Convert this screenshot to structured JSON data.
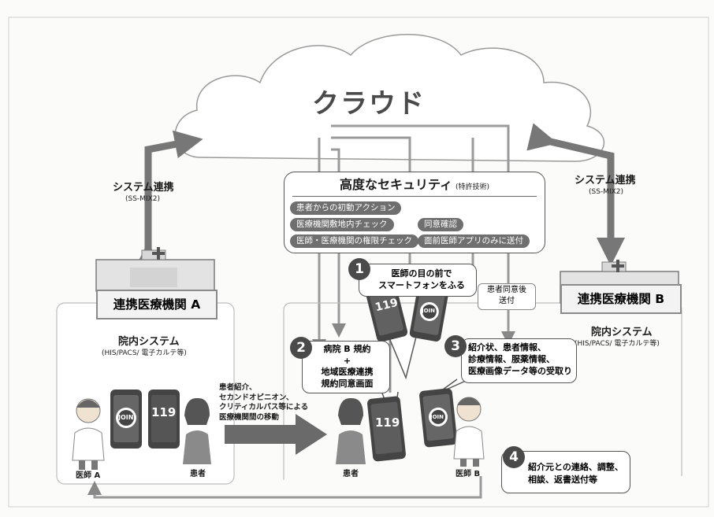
{
  "cloud": {
    "label": "クラウド"
  },
  "system_link_left": {
    "title": "システム連携",
    "sub": "(SS-MIX2)"
  },
  "system_link_right": {
    "title": "システム連携",
    "sub": "(SS-MIX2)"
  },
  "security": {
    "title": "高度なセキュリティ",
    "title_note": "(特許技術)",
    "items": [
      "患者からの初動アクション",
      "医療機関敷地内チェック",
      "同意確認",
      "医師・医療機関の権限チェック",
      "面前医師アプリのみに送付"
    ]
  },
  "institution_a": {
    "name": "連携医療機関 A",
    "system": "院内システム",
    "system_sub": "(HIS/PACS/ 電子カルテ等)"
  },
  "institution_b": {
    "name": "連携医療機関 B",
    "system": "院内システム",
    "system_sub": "(HIS/PACS/ 電子カルテ等)"
  },
  "transfer": {
    "lines": [
      "患者紹介、",
      "セカンドオピニオン、",
      "クリティカルパス等による",
      "医療機関間の移動"
    ]
  },
  "steps": [
    {
      "num": "1",
      "lines": [
        "医師の目の前で",
        "スマートフォンをふる"
      ]
    },
    {
      "num": "2",
      "lines": [
        "病院 B 規約",
        "+",
        "地域医療連携",
        "規約同意画面"
      ]
    },
    {
      "num": "3",
      "lines": [
        "紹介状、患者情報、",
        "診療情報、服薬情報、",
        "医療画像データ等の受取り"
      ]
    },
    {
      "num": "4",
      "lines": [
        "紹介元との連絡、調整、",
        "相談、返書送付等"
      ]
    }
  ],
  "consent_note": {
    "lines": [
      "患者同意後",
      "送付"
    ]
  },
  "people": {
    "doctor_a": "医師 A",
    "patient_a": "患者",
    "patient_b": "患者",
    "doctor_b": "医師 B"
  },
  "app": {
    "join": "JOIN",
    "num119": "119"
  },
  "colors": {
    "arrow": "#6f6f6f",
    "pill": "#6f6f6f",
    "badge": "#4a4a4a",
    "cloud_line": "#9a9a9a"
  }
}
